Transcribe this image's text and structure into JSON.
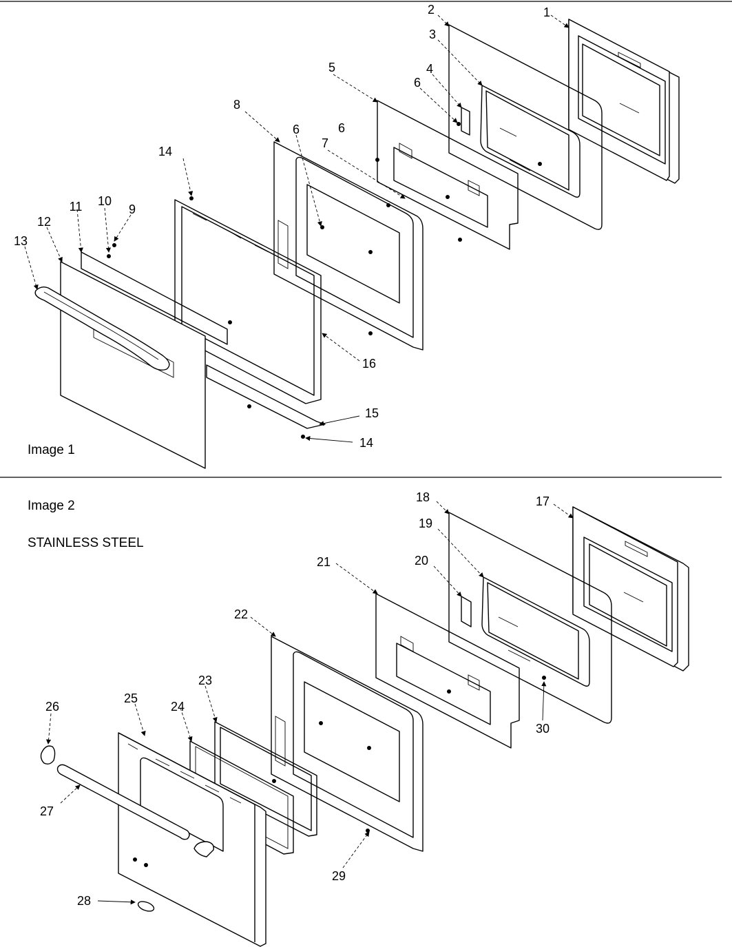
{
  "image1": {
    "caption": "Image 1",
    "callouts": [
      "1",
      "2",
      "3",
      "4",
      "5",
      "6",
      "6",
      "6",
      "7",
      "8",
      "9",
      "10",
      "11",
      "12",
      "13",
      "14",
      "14",
      "15",
      "16"
    ]
  },
  "image2": {
    "caption": "Image 2",
    "subtitle": "STAINLESS STEEL",
    "callouts": [
      "17",
      "18",
      "19",
      "20",
      "21",
      "22",
      "23",
      "24",
      "25",
      "26",
      "27",
      "28",
      "29",
      "30"
    ]
  }
}
